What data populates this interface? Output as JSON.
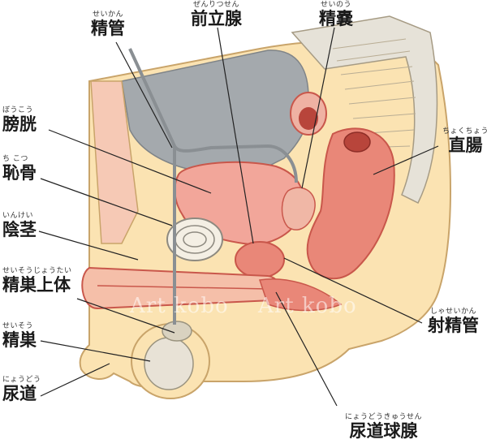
{
  "labels": {
    "seikan": {
      "ruby": "せいかん",
      "text": "精管"
    },
    "zenritsusen": {
      "ruby": "ぜんりつせん",
      "text": "前立腺"
    },
    "seinou": {
      "ruby": "せいのう",
      "text": "精嚢"
    },
    "choku": {
      "ruby": "ちょくちょう",
      "text": "直腸"
    },
    "boukou": {
      "ruby": "ぼうこう",
      "text": "膀胱"
    },
    "chikotsu": {
      "ruby": "ち こつ",
      "text": "恥骨"
    },
    "inkei": {
      "ruby": "いんけい",
      "text": "陰茎"
    },
    "seisou_joutai": {
      "ruby": "せいそうじょうたい",
      "text": "精巣上体"
    },
    "seisou": {
      "ruby": "せいそう",
      "text": "精巣"
    },
    "nyoudou": {
      "ruby": "にょうどう",
      "text": "尿道"
    },
    "shaseikan": {
      "ruby": "しゃせいかん",
      "text": "射精管"
    },
    "nyoudoukyuusen": {
      "ruby": "にょうどうきゅうせん",
      "text": "尿道球腺"
    }
  },
  "watermark": [
    "Art kobo",
    "Art kobo"
  ],
  "colors": {
    "skin": "#fbe3b2",
    "skin_outline": "#c9a46a",
    "abdomen_gray": "#a4a9ad",
    "muscle": "#e98778",
    "muscle_dark": "#c9574b",
    "bone": "#f4efe4",
    "leader": "#222222"
  }
}
